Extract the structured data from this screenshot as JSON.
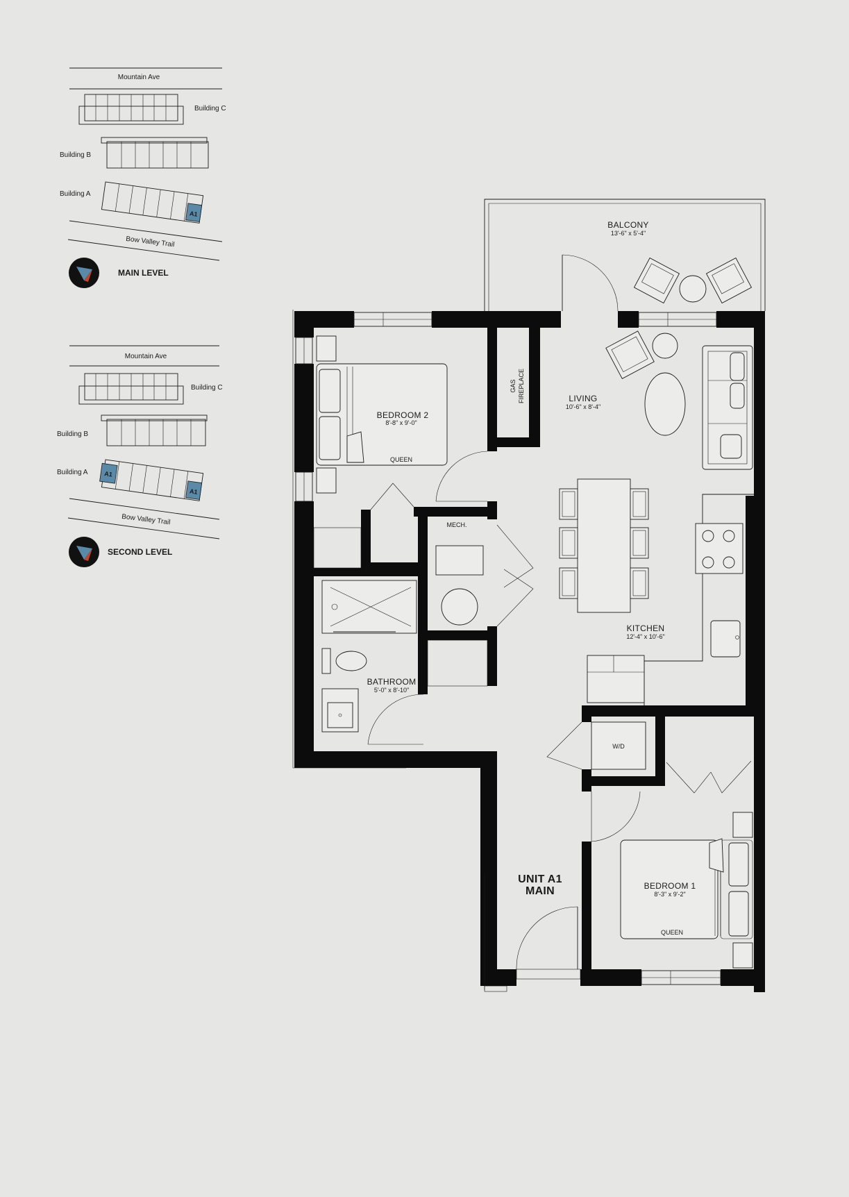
{
  "key_plans": [
    {
      "street_top": "Mountain Ave",
      "street_bottom": "Bow Valley Trail",
      "building_a": "Building A",
      "building_b": "Building B",
      "building_c": "Building C",
      "unit_tags": [
        "A1"
      ],
      "level": "MAIN LEVEL"
    },
    {
      "street_top": "Mountain Ave",
      "street_bottom": "Bow Valley Trail",
      "building_a": "Building A",
      "building_b": "Building B",
      "building_c": "Building C",
      "unit_tags": [
        "A1",
        "A1"
      ],
      "level": "SECOND LEVEL"
    }
  ],
  "plan": {
    "balcony": {
      "name": "BALCONY",
      "dims": "13'-6\" x 5'-4\""
    },
    "living": {
      "name": "LIVING",
      "dims": "10'-6\" x 8'-4\""
    },
    "fireplace": [
      "GAS",
      "FIREPLACE"
    ],
    "bedroom2": {
      "name": "BEDROOM 2",
      "dims": "8'-8\" x 9'-0\"",
      "bed": "QUEEN"
    },
    "mech": "MECH.",
    "kitchen": {
      "name": "KITCHEN",
      "dims": "12'-4\" x 10'-6\""
    },
    "bathroom": {
      "name": "BATHROOM",
      "dims": "5'-0\" x 8'-10\""
    },
    "wd": "W/D",
    "unit": [
      "UNIT A1",
      "MAIN"
    ],
    "bedroom1": {
      "name": "BEDROOM 1",
      "dims": "8'-3\" x 9'-2\"",
      "bed": "QUEEN"
    }
  },
  "colors": {
    "background": "#e6e6e4",
    "walls": "#0c0c0c",
    "unit_highlight": "#5a8aa8",
    "compass_red": "#c0462e"
  }
}
